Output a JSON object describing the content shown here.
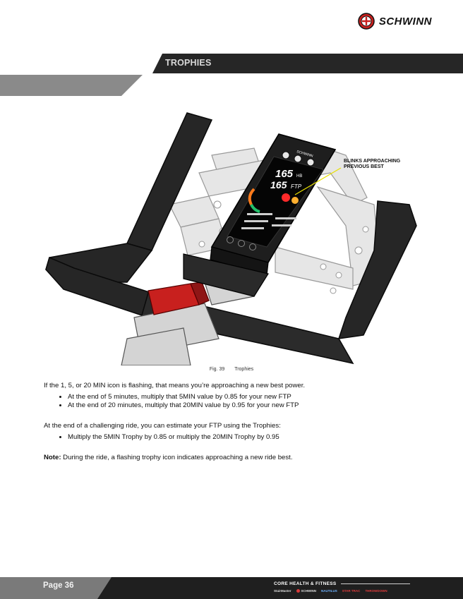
{
  "brand": {
    "name": "SCHWINN"
  },
  "section": {
    "title": "TROPHIES"
  },
  "figure": {
    "callout": "BLINKS APPROACHING PREVIOUS BEST",
    "console": {
      "brand": "SCHWINN",
      "value1": "165",
      "unit1": "HB",
      "value2": "165",
      "unit2": "FTP"
    },
    "caption_number": "Fig. 39",
    "caption_title": "Trophies"
  },
  "body": {
    "para1": "If the 1, 5, or 20 MIN icon is flashing, that means you’re approaching a new best power.",
    "list1": [
      "At the end of 5 minutes, multiply that 5MIN value by 0.85 for your new FTP",
      "At the end of 20 minutes, multiply that 20MIN value by 0.95 for your new FTP"
    ],
    "para2": "At the end of a challenging ride, you can estimate your FTP using the Trophies:",
    "list2": [
      "Multiply the 5MIN Trophy by 0.85 or multiply the 20MIN Trophy by 0.95"
    ],
    "note_label": "Note:",
    "note_text": " During the ride, a flashing trophy icon indicates approaching a new ride best."
  },
  "footer": {
    "page": "Page 36",
    "group": "CORE HEALTH & FITNESS",
    "brands": [
      "StairMaster",
      "SCHWINN",
      "NAUTILUS",
      "STAR TRAC",
      "THROWDOWN"
    ]
  },
  "colors": {
    "accent_red": "#c8201e",
    "banner_dark": "#262626",
    "banner_gray": "#8a8a8a"
  }
}
